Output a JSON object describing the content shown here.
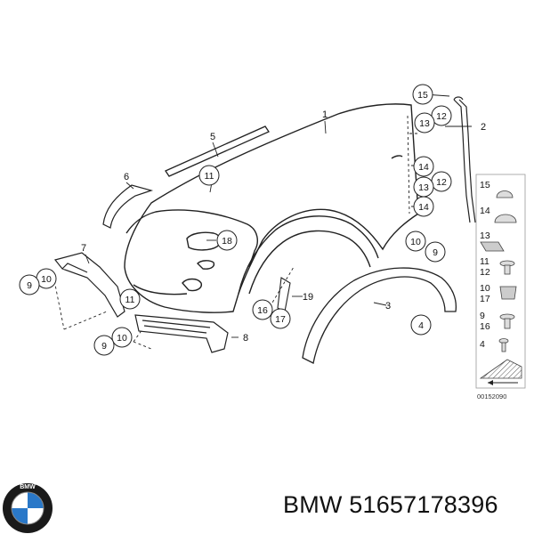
{
  "labels": {
    "p1": "1",
    "p2": "2",
    "p3": "3",
    "p4": "4",
    "p5": "5",
    "p6": "6",
    "p7": "7",
    "p8": "8",
    "c9a": "9",
    "c10a": "10",
    "c9b": "9",
    "c10b": "10",
    "c11a": "11",
    "c11b": "11",
    "c12a": "12",
    "c12b": "12",
    "c13a": "13",
    "c13b": "13",
    "c14a": "14",
    "c14b": "14",
    "c15": "15",
    "c16": "16",
    "c17": "17",
    "c18": "18",
    "p19": "19",
    "c4": "4",
    "c10c": "10",
    "c9c": "9"
  },
  "legend": {
    "l15": "15",
    "l14": "14",
    "l13": "13",
    "l12": "12",
    "l11": "11",
    "l17": "17",
    "l10": "10",
    "l16": "16",
    "l9": "9",
    "l4": "4"
  },
  "drawing_ref": "00152090",
  "brand_logo_text": "BMW",
  "part_number": "BMW 51657178396"
}
